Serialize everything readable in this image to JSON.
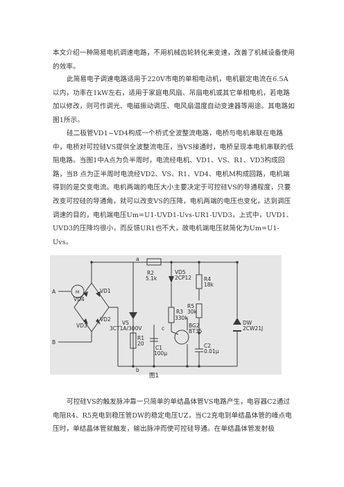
{
  "paragraphs": [
    "本文介绍一种简易电机调速电路，不用机械齿轮转化来变速，改善了机械设备使用的效率。",
    "此简易电子调速电路适用于220V市电的单相电动机，电机额定电流在6.5A以内，功率在1kW左右，适用于家庭电风扇、吊扇电机或其它单相电机，若电路加以修改，则可作调光、电磁振动调压、电风扇温度自动变速器等用途。其电路如图1所示。",
    "硅二极管VD1~VD4构成一个桥式全波整流电路，电桥与电机串联在电路中，电桥对可控硅VS提供全波整流电压，当VS接通时，电桥呈现本电机串联的低阻电路。当图1中A点为负半周时，电流经电机、VD1、VS、R1、VD3构成回路，当B 点为正半周时电流经VD2、VS、R1、VD4、电机M构成回路，电机端得到的是交变电流。电机两端的电压大小主要决定于可控硅VS的导通程度，只要改变可控硅的导通角，就可以改变VS的压降，电机两端的电压也变化，达到调压调速的目的，电机端电压Um=U1-UVD1-Uvs-UR1-UVD3，上式中，UVD1、UVD3的压降均很小，而反馈UR1也不大，故电机端电压就简化为Um=U1-Uvs。",
    "可控硅VS的触发脉冲靠一只简单的单结晶体管VS电路产生，电容器C2通过电阻R4、R5充电到稳压管DW的稳定电压UZ，当C2充电到单结晶体管的峰点电压时，单结晶体管就触发，输出脉冲而使可控硅导通。在单结晶体管发射极"
  ],
  "figure": {
    "caption": "图1",
    "labels": {
      "A": "A",
      "B": "B",
      "M": "M",
      "a": "a",
      "b": "b",
      "c": "c",
      "R2": "R2",
      "R2v": "5.1k",
      "VD5": "VD5",
      "VD5v": "2CP12",
      "R4": "R4",
      "R4v": "18k",
      "R5": "R5",
      "R5v": "30k",
      "R3": "R3",
      "R3v": "330k",
      "BG2": "BG2",
      "BG2v": "BT35",
      "C1": "C1",
      "C1v": "100μ",
      "C2": "C2",
      "C2v": "0.01μ",
      "DW": "DW",
      "DWv": "2CW21J",
      "VS": "VS",
      "VSv": "3CT1A/300V",
      "R1": "R1",
      "R1v": "20",
      "VD1": "VD1",
      "VD2": "VD2",
      "VD3": "VD3",
      "VD4": "VD4"
    }
  }
}
